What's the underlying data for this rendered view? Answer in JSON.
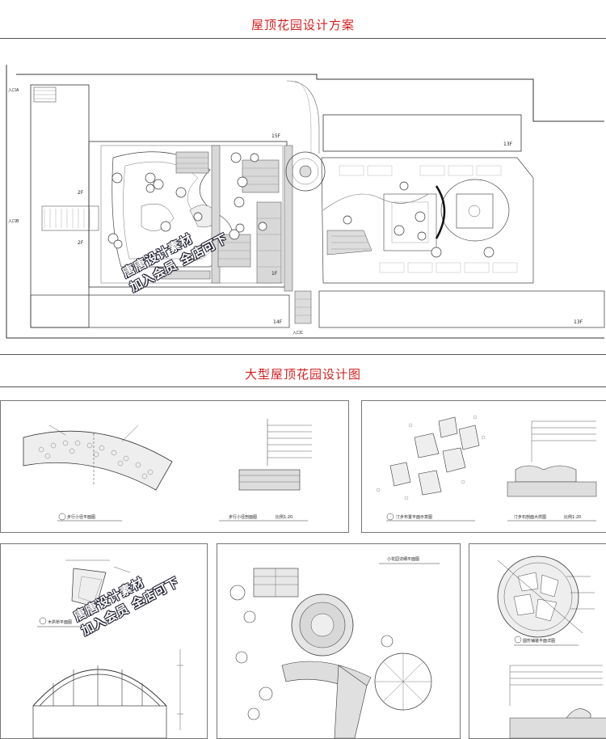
{
  "heading_top": "屋顶花园设计方案",
  "heading_mid": "大型屋顶花园设计图",
  "plan": {
    "floor_15f": "15F",
    "floor_13f_top": "13F",
    "floor_2f_a": "2F",
    "floor_2f_b": "2F",
    "floor_1f": "1F",
    "floor_14f": "14F",
    "floor_13f_bottom": "13F",
    "entrance_nw": "入口A",
    "entrance_w": "入口B",
    "entrance_s": "入口C"
  },
  "panels": {
    "p1": {
      "caption": "步行小径平面图",
      "section": "步行小径剖面图",
      "scale": "比例1:20"
    },
    "p2": {
      "caption": "汀步布置平面示意图",
      "section": "汀步石剖面大样图",
      "scale": "比例1:20"
    },
    "p3": {
      "caption": "木拱桥平面图"
    },
    "p4": {
      "caption": "小花园详细平面图"
    },
    "p5": {
      "caption": "圆形铺装平面详图"
    }
  },
  "watermark": {
    "line1": "唐唐设计素材",
    "line2": "加入会员 全店可下"
  },
  "colors": {
    "accent": "#d42020",
    "linework": "#333333"
  }
}
